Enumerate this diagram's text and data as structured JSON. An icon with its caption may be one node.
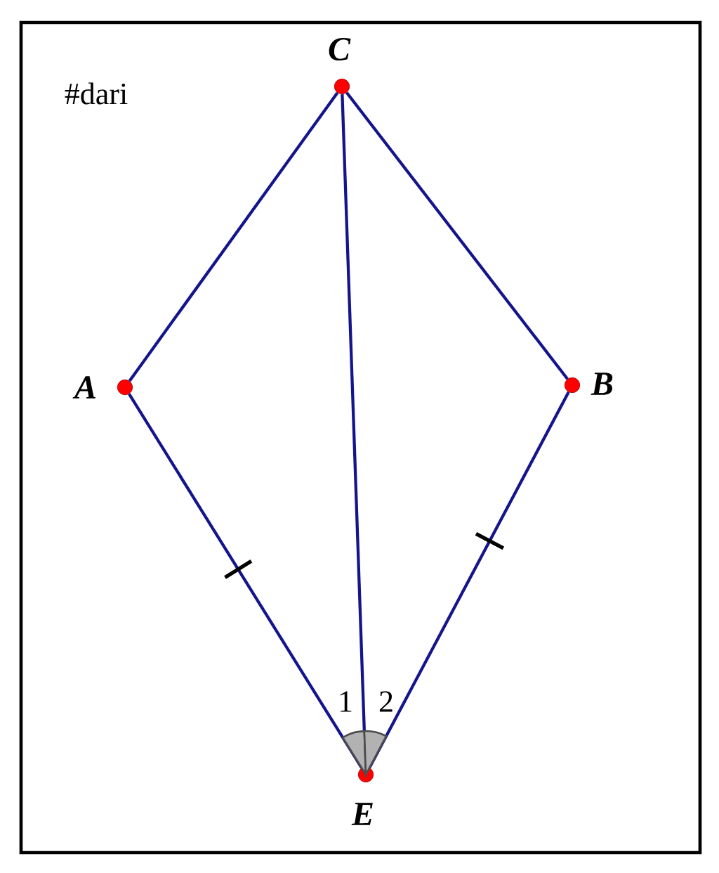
{
  "diagram": {
    "nodes": [
      {
        "text": [
          "C"
        ]
      },
      {
        "text": [
          "A"
        ]
      },
      {
        "text": [
          "B"
        ]
      },
      {
        "text": [
          "E"
        ]
      }
    ],
    "edges": [
      {
        "from": 0,
        "to": 1,
        "arrow": "none"
      },
      {
        "from": 0,
        "to": 2,
        "arrow": "none"
      },
      {
        "from": 0,
        "to": 3,
        "arrow": "none"
      },
      {
        "from": 1,
        "to": 3,
        "arrow": "none"
      },
      {
        "from": 2,
        "to": 3,
        "arrow": "none"
      }
    ],
    "labels": [
      "#dari",
      "1",
      "2"
    ]
  }
}
